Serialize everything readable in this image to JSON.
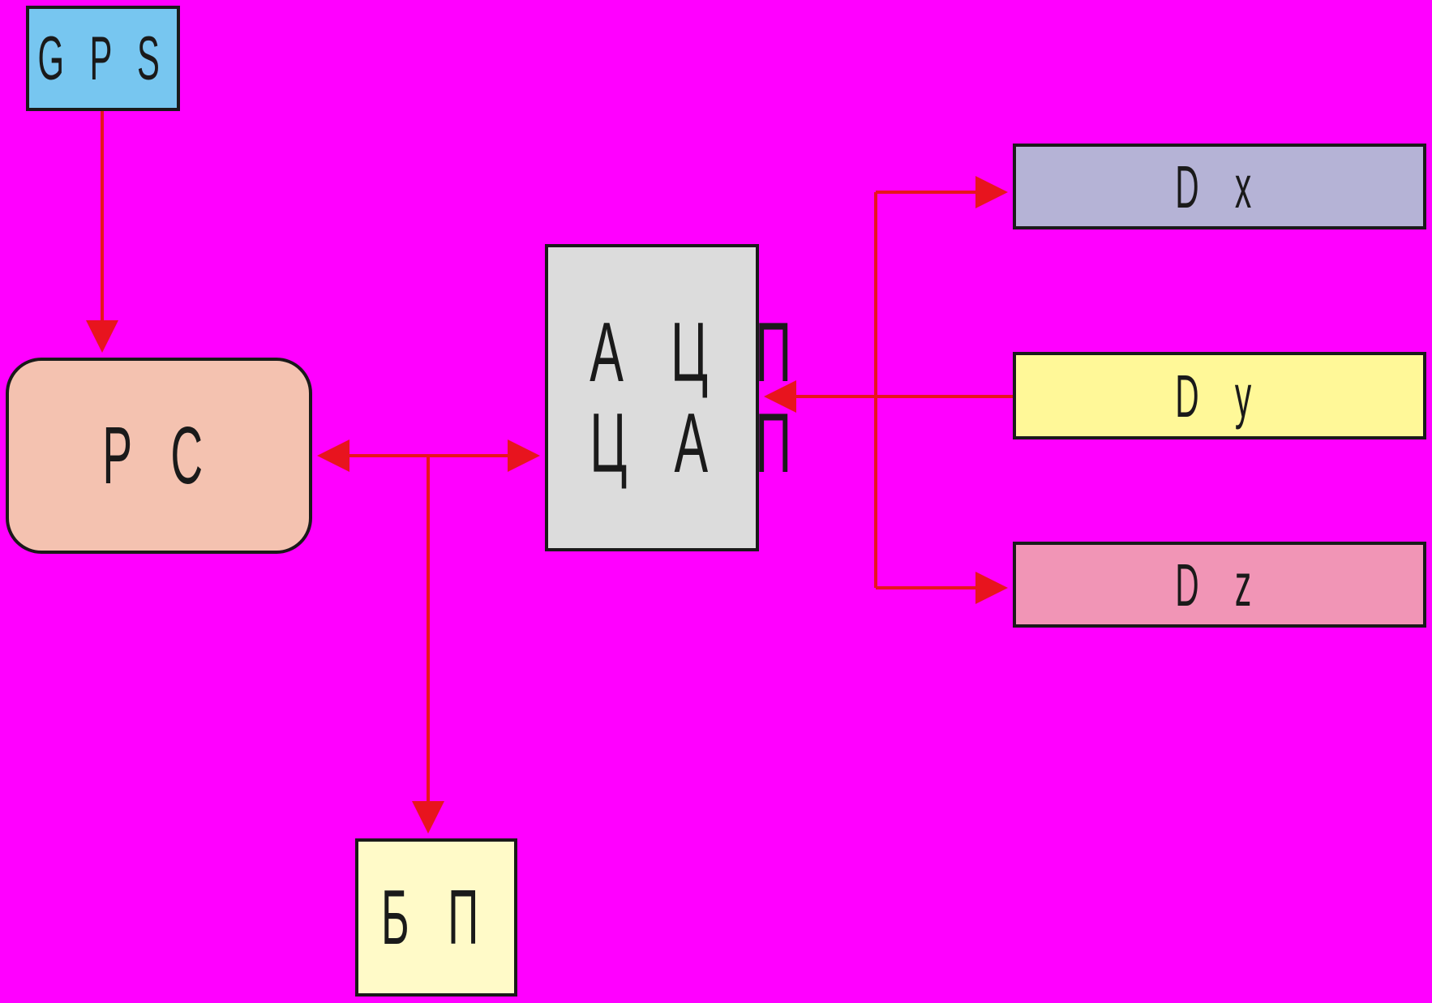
{
  "diagram": {
    "nodes": {
      "gps": {
        "label": "G P S",
        "color": "#77c6f0"
      },
      "pc": {
        "label": "P C",
        "color": "#f4c2b0"
      },
      "adc": {
        "line1": "А Ц П",
        "line2": "Ц А П",
        "color": "#dcdcdc"
      },
      "dx": {
        "label": "D x",
        "color": "#b5b3d6"
      },
      "dy": {
        "label": "D y",
        "color": "#fff898"
      },
      "dz": {
        "label": "D z",
        "color": "#f195b6"
      },
      "bp": {
        "label": "Б П",
        "color": "#fffac8"
      }
    },
    "edges": [
      {
        "from": "gps",
        "to": "pc"
      },
      {
        "from": "pc",
        "to": "adc",
        "bidirectional": true
      },
      {
        "from": "pc",
        "to": "bp"
      },
      {
        "from": "dy",
        "to": "adc"
      },
      {
        "from": "adc",
        "to": "dx"
      },
      {
        "from": "adc",
        "to": "dz"
      }
    ],
    "colors": {
      "background": "#ff00ff",
      "connector": "#e8141e",
      "border": "#1a1a1a"
    }
  }
}
